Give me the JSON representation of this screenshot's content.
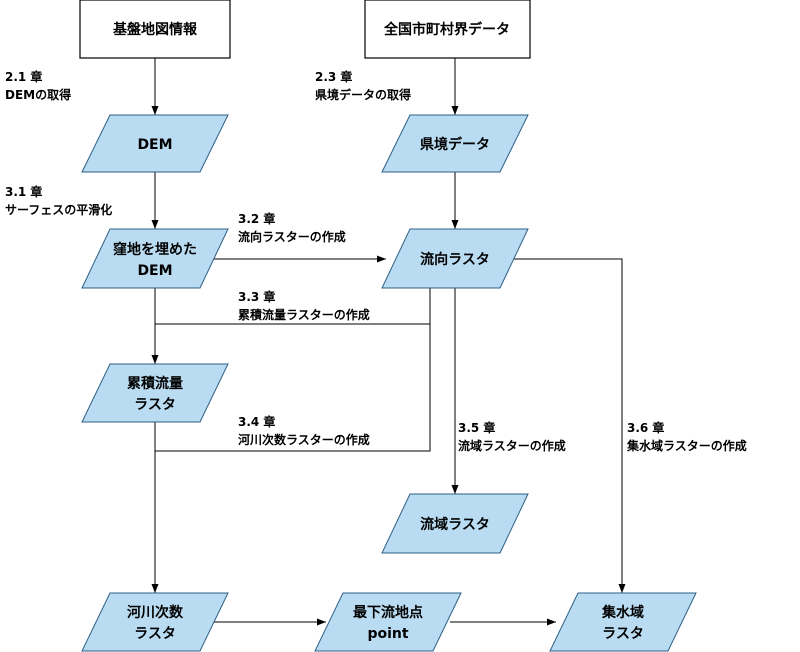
{
  "nodes": {
    "base_map": {
      "label": "基盤地図情報"
    },
    "boundary_data": {
      "label": "全国市町村界データ"
    },
    "dem": {
      "label": "DEM"
    },
    "pref_data": {
      "label": "県境データ"
    },
    "filled_dem": {
      "line1": "窪地を埋めた",
      "line2": "DEM"
    },
    "flow_dir": {
      "label": "流向ラスタ"
    },
    "flow_acc": {
      "line1": "累積流量",
      "line2": "ラスタ"
    },
    "basin": {
      "label": "流域ラスタ"
    },
    "stream_order": {
      "line1": "河川次数",
      "line2": "ラスタ"
    },
    "outlet": {
      "line1": "最下流地点",
      "line2": "point"
    },
    "catchment": {
      "line1": "集水域",
      "line2": "ラスタ"
    }
  },
  "steps": {
    "s21": {
      "num": "2.1 章",
      "title": "DEMの取得"
    },
    "s23": {
      "num": "2.3 章",
      "title": "県境データの取得"
    },
    "s31": {
      "num": "3.1 章",
      "title": "サーフェスの平滑化"
    },
    "s32": {
      "num": "3.2 章",
      "title": "流向ラスターの作成"
    },
    "s33": {
      "num": "3.3 章",
      "title": "累積流量ラスターの作成"
    },
    "s34": {
      "num": "3.4 章",
      "title": "河川次数ラスターの作成"
    },
    "s35": {
      "num": "3.5 章",
      "title": "流域ラスターの作成"
    },
    "s36": {
      "num": "3.6 章",
      "title": "集水域ラスターの作成"
    }
  },
  "colors": {
    "data_fill": "#b9dcf2",
    "data_stroke": "#2c5f86",
    "line": "#000000"
  }
}
